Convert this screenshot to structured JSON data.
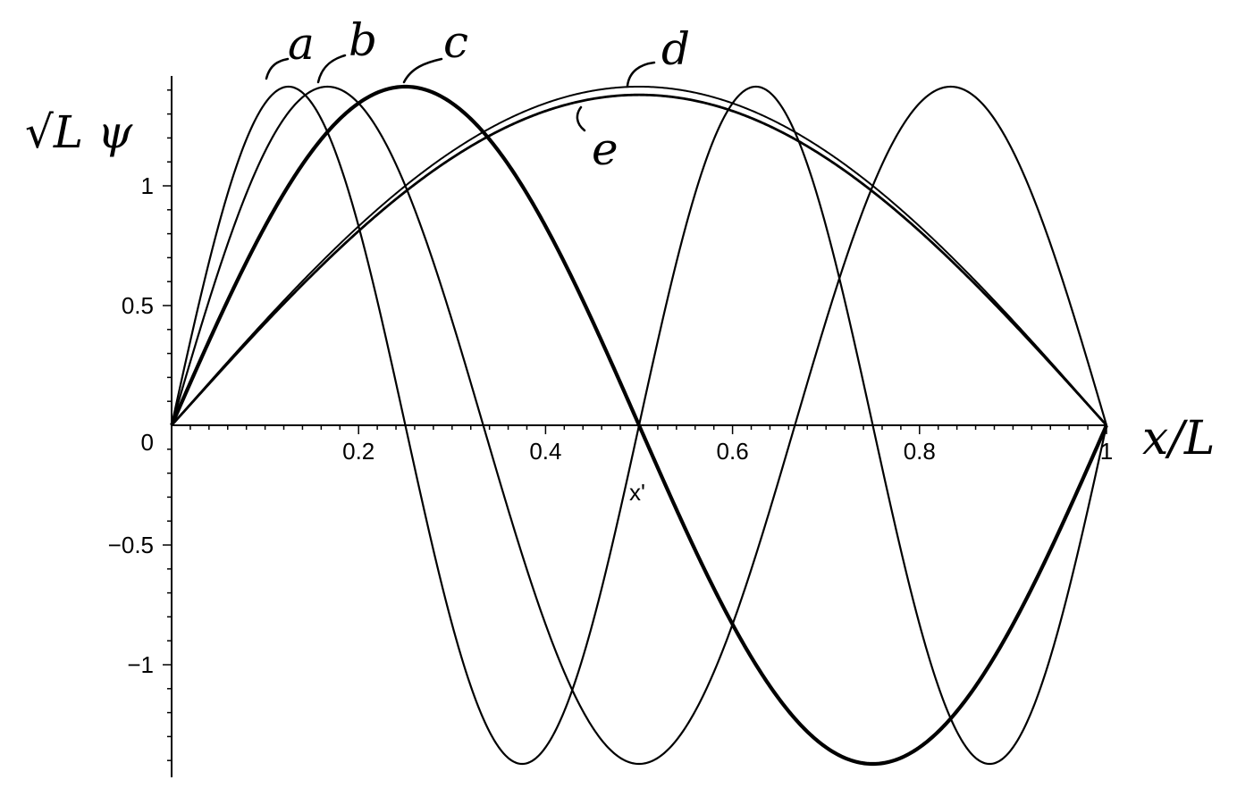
{
  "chart_data": {
    "type": "line",
    "title": "",
    "xlabel": "x/L",
    "ylabel": "√L ψ",
    "xlim": [
      0,
      1
    ],
    "ylim": [
      -1.414,
      1.414
    ],
    "x_ticks": [
      {
        "value": 0.2,
        "label": "0.2"
      },
      {
        "value": 0.4,
        "label": "0.4"
      },
      {
        "value": 0.6,
        "label": "0.6"
      },
      {
        "value": 0.8,
        "label": "0.8"
      },
      {
        "value": 1.0,
        "label": "1"
      }
    ],
    "y_ticks": [
      {
        "value": 0,
        "label": "0"
      },
      {
        "value": 0.5,
        "label": "0.5"
      },
      {
        "value": 1,
        "label": "1"
      },
      {
        "value": -0.5,
        "label": "−0.5"
      },
      {
        "value": -1,
        "label": "−1"
      }
    ],
    "grid": false,
    "legend": "none",
    "series": [
      {
        "name": "a",
        "function": "sqrt(2)*sin(4*pi*x)",
        "x": [
          0,
          0.125,
          0.25,
          0.375,
          0.5,
          0.625,
          0.75,
          0.875,
          1.0
        ],
        "values": [
          0,
          1.414,
          0,
          -1.414,
          0,
          1.414,
          0,
          -1.414,
          0
        ]
      },
      {
        "name": "b",
        "function": "sqrt(2)*sin(3*pi*x)",
        "x": [
          0,
          0.1667,
          0.3333,
          0.5,
          0.6667,
          0.8333,
          1.0
        ],
        "values": [
          0,
          1.414,
          0,
          -1.414,
          0,
          1.414,
          0
        ]
      },
      {
        "name": "c",
        "function": "sqrt(2)*sin(2*pi*x)",
        "x": [
          0,
          0.25,
          0.5,
          0.75,
          1.0
        ],
        "values": [
          0,
          1.414,
          0,
          -1.414,
          0
        ]
      },
      {
        "name": "d",
        "function": "sqrt(2)*sin(pi*x)",
        "x": [
          0,
          0.25,
          0.5,
          0.75,
          1.0
        ],
        "values": [
          0,
          1.0,
          1.414,
          1.0,
          0
        ]
      },
      {
        "name": "e",
        "function": "1.38*sin(pi*x)",
        "x": [
          0,
          0.25,
          0.5,
          0.75,
          1.0
        ],
        "values": [
          0,
          0.976,
          1.38,
          0.976,
          0
        ]
      }
    ],
    "annotations": [
      {
        "text": "x'",
        "x": 0.5,
        "y": 0
      }
    ]
  }
}
